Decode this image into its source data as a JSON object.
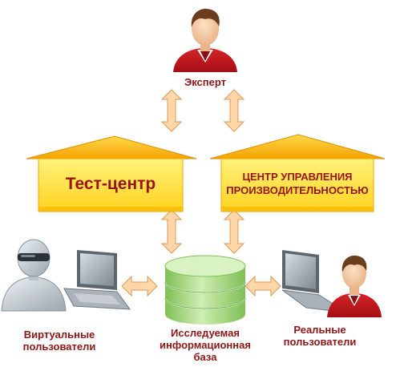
{
  "nodes": {
    "expert": {
      "label": "Эксперт"
    },
    "test_center": {
      "label": "Тест-центр"
    },
    "perf_center": {
      "lines": [
        "ЦЕНТР УПРАВЛЕНИЯ",
        "ПРОИЗВОДИТЕЛЬНОСТЬЮ"
      ]
    },
    "virtual_users": {
      "lines": [
        "Виртуальные",
        "пользователи"
      ]
    },
    "database": {
      "lines": [
        "Исследуемая",
        "информационная",
        "база"
      ]
    },
    "real_users": {
      "lines": [
        "Реальные",
        "пользователи"
      ]
    }
  },
  "colors": {
    "label_text": "#8c1515",
    "house_fill": "#ffe14d",
    "house_edge": "#f0a400",
    "arrow_fill": "#ffd6a8",
    "arrow_edge": "#d89a5a",
    "person_shirt": "#c0141a",
    "database_green": "#9fd07a"
  },
  "icons": [
    "expert-person-icon",
    "virtual-user-robot-icon",
    "real-user-person-icon",
    "laptop-icon",
    "database-cylinder-icon"
  ]
}
